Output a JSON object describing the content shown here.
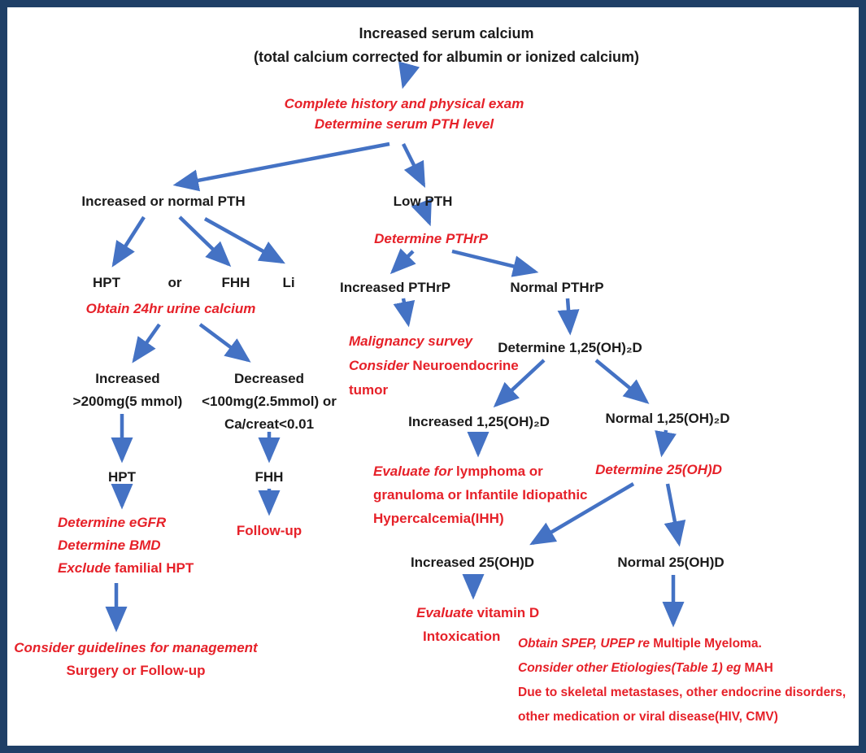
{
  "colors": {
    "red": "#e62129",
    "black": "#1b1b1b",
    "arrow": "#4472c4",
    "border": "#1f3f66"
  },
  "nodes": {
    "title": {
      "line1": "Increased serum calcium",
      "line2": "(total calcium corrected for albumin or ionized calcium)"
    },
    "history_exam": {
      "line1": "Complete history and physical exam",
      "line2": "Determine serum PTH level"
    },
    "increased_normal_pth": {
      "label": "Increased or normal PTH"
    },
    "low_pth": {
      "label": "Low PTH"
    },
    "hpt1": {
      "label": "HPT"
    },
    "or_word": {
      "label": "or"
    },
    "fhh1": {
      "label": "FHH"
    },
    "li": {
      "label": "Li"
    },
    "obtain_urine": {
      "label": "Obtain 24hr urine calcium"
    },
    "urine_increased": {
      "line1": "Increased",
      "line2": ">200mg(5 mmol)"
    },
    "urine_decreased": {
      "line1": "Decreased",
      "line2": "<100mg(2.5mmol) or",
      "line3": "Ca/creat<0.01"
    },
    "hpt2": {
      "label": "HPT"
    },
    "fhh2": {
      "label": "FHH"
    },
    "workup_hpt": {
      "line1": "Determine eGFR",
      "line2": "Determine BMD",
      "line3_italic": "Exclude",
      "line3_rest": " familial HPT"
    },
    "follow_up": {
      "label": "Follow-up"
    },
    "management": {
      "line1": "Consider guidelines for management",
      "line2": "Surgery or Follow-up"
    },
    "determine_pthrp": {
      "label": "Determine PTHrP"
    },
    "increased_pthrp": {
      "label": "Increased PTHrP"
    },
    "normal_pthrp": {
      "label": "Normal PTHrP"
    },
    "malignancy": {
      "line1": "Malignancy survey",
      "line2_italic": "Consider",
      "line2_rest": " Neuroendocrine",
      "line3": "tumor"
    },
    "determine_125": {
      "label": "Determine 1,25(OH)₂D"
    },
    "increased_125": {
      "label": "Increased 1,25(OH)₂D"
    },
    "normal_125": {
      "label": "Normal 1,25(OH)₂D"
    },
    "lymphoma": {
      "line1_italic": "Evaluate for",
      "line1_rest": " lymphoma or",
      "line2": "granuloma or Infantile Idiopathic",
      "line3": "Hypercalcemia(IHH)"
    },
    "determine_25": {
      "label": "Determine 25(OH)D"
    },
    "increased_25": {
      "label": "Increased 25(OH)D"
    },
    "normal_25": {
      "label": "Normal 25(OH)D"
    },
    "vit_d": {
      "line1_italic": "Evaluate",
      "line1_rest": " vitamin D",
      "line2": "Intoxication"
    },
    "myeloma": {
      "line1_italic": "Obtain SPEP, UPEP re",
      "line1_rest": " Multiple Myeloma.",
      "line2_italic": "Consider other Etiologies(Table 1) eg",
      "line2_rest": " MAH",
      "line3": "Due to skeletal metastases, other endocrine disorders,",
      "line4": "other medication or viral disease(HIV, CMV)"
    }
  }
}
